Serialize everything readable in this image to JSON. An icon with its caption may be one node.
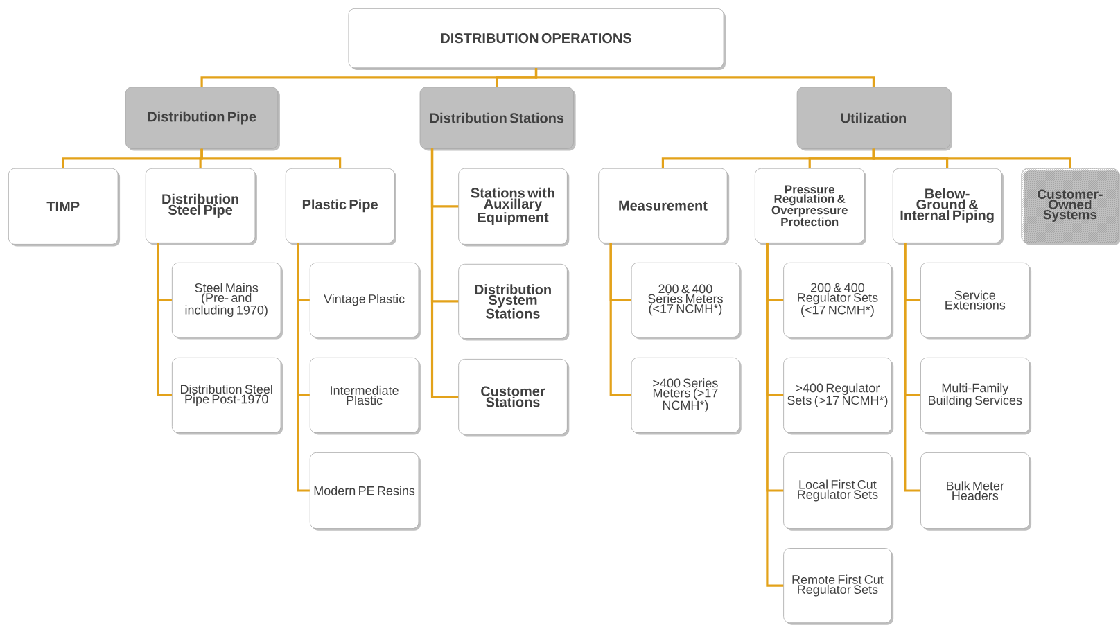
{
  "diagram": {
    "nodes": [
      {
        "text": [
          "DISTRIBUTION OPERATIONS"
        ]
      },
      {
        "text": [
          "Distribution Pipe"
        ]
      },
      {
        "text": [
          "Distribution Stations"
        ]
      },
      {
        "text": [
          "Utilization"
        ]
      },
      {
        "text": [
          "TIMP"
        ]
      },
      {
        "text": [
          "Distribution Steel Pipe"
        ]
      },
      {
        "text": [
          "Plastic Pipe"
        ]
      },
      {
        "text": [
          "Steel Mains (Pre- and including 1970)"
        ]
      },
      {
        "text": [
          "Distribution Steel Pipe Post-1970"
        ]
      },
      {
        "text": [
          "Vintage Plastic"
        ]
      },
      {
        "text": [
          "Intermediate Plastic"
        ]
      },
      {
        "text": [
          "Modern PE Resins"
        ]
      },
      {
        "text": [
          "Stations with Auxillary Equipment"
        ]
      },
      {
        "text": [
          "Distribution System Stations"
        ]
      },
      {
        "text": [
          "Customer Stations"
        ]
      },
      {
        "text": [
          "Measurement"
        ]
      },
      {
        "text": [
          "Pressure Regulation & Overpressure Protection"
        ]
      },
      {
        "text": [
          "Below-Ground & Internal Piping"
        ]
      },
      {
        "text": [
          "Customer-Owned Systems"
        ]
      },
      {
        "text": [
          "200 & 400 Series Meters (<17 NCMH*)"
        ]
      },
      {
        "text": [
          ">400 Series Meters (>17 NCMH*)"
        ]
      },
      {
        "text": [
          "200 & 400 Regulator Sets (<17 NCMH*)"
        ]
      },
      {
        "text": [
          ">400 Regulator Sets (>17 NCMH*)"
        ]
      },
      {
        "text": [
          "Local First Cut Regulator Sets"
        ]
      },
      {
        "text": [
          "Remote First Cut Regulator Sets"
        ]
      },
      {
        "text": [
          "Service Extensions"
        ]
      },
      {
        "text": [
          "Multi-Family Building Services"
        ]
      },
      {
        "text": [
          "Bulk Meter Headers"
        ]
      }
    ],
    "edges": [
      {
        "from": 0,
        "to": 1,
        "arrow": "none"
      },
      {
        "from": 0,
        "to": 2,
        "arrow": "none"
      },
      {
        "from": 0,
        "to": 3,
        "arrow": "none"
      },
      {
        "from": 1,
        "to": 4,
        "arrow": "none"
      },
      {
        "from": 1,
        "to": 5,
        "arrow": "none"
      },
      {
        "from": 1,
        "to": 6,
        "arrow": "none"
      },
      {
        "from": 2,
        "to": 12,
        "arrow": "none"
      },
      {
        "from": 2,
        "to": 13,
        "arrow": "none"
      },
      {
        "from": 2,
        "to": 14,
        "arrow": "none"
      },
      {
        "from": 3,
        "to": 15,
        "arrow": "none"
      },
      {
        "from": 3,
        "to": 16,
        "arrow": "none"
      },
      {
        "from": 3,
        "to": 17,
        "arrow": "none"
      },
      {
        "from": 3,
        "to": 18,
        "arrow": "none"
      },
      {
        "from": 5,
        "to": 7,
        "arrow": "none"
      },
      {
        "from": 5,
        "to": 8,
        "arrow": "none"
      },
      {
        "from": 6,
        "to": 9,
        "arrow": "none"
      },
      {
        "from": 6,
        "to": 10,
        "arrow": "none"
      },
      {
        "from": 6,
        "to": 11,
        "arrow": "none"
      },
      {
        "from": 15,
        "to": 19,
        "arrow": "none"
      },
      {
        "from": 15,
        "to": 20,
        "arrow": "none"
      },
      {
        "from": 16,
        "to": 21,
        "arrow": "none"
      },
      {
        "from": 16,
        "to": 22,
        "arrow": "none"
      },
      {
        "from": 16,
        "to": 23,
        "arrow": "none"
      },
      {
        "from": 16,
        "to": 24,
        "arrow": "none"
      },
      {
        "from": 17,
        "to": 25,
        "arrow": "none"
      },
      {
        "from": 17,
        "to": 26,
        "arrow": "none"
      },
      {
        "from": 17,
        "to": 27,
        "arrow": "none"
      }
    ]
  }
}
